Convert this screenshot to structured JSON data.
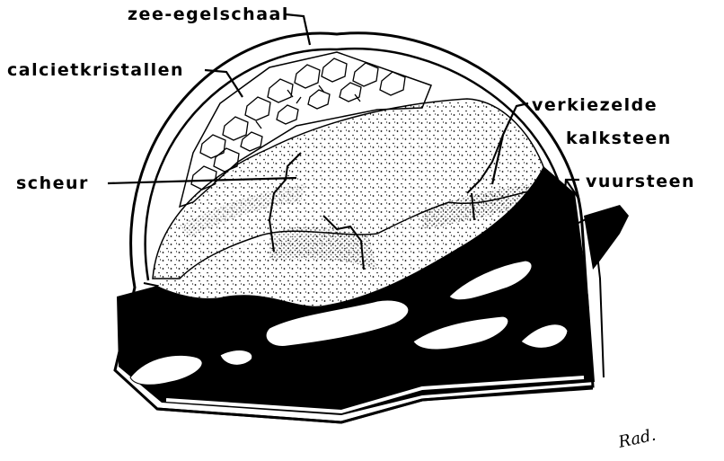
{
  "diagram": {
    "labels": {
      "shell": "zee-egelschaal",
      "crystals": "calcietkristallen",
      "crack": "scheur",
      "silicified_line1": "verkiezelde",
      "silicified_line2": "kalksteen",
      "flint": "vuursteen"
    },
    "signature": "Rad."
  },
  "colors": {
    "ink": "#000000",
    "paper": "#ffffff"
  }
}
